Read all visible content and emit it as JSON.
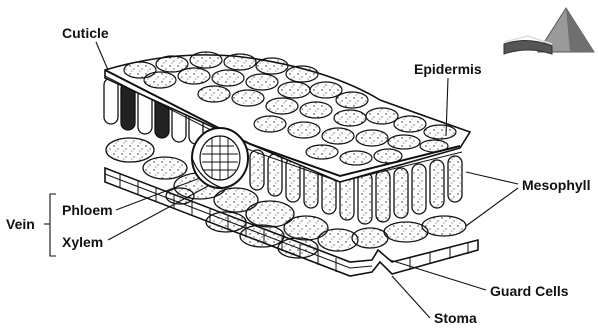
{
  "diagram": {
    "labels": {
      "cuticle": "Cuticle",
      "epidermis": "Epidermis",
      "mesophyll": "Mesophyll",
      "vein": "Vein",
      "phloem": "Phloem",
      "xylem": "Xylem",
      "guard_cells": "Guard Cells",
      "stoma": "Stoma"
    },
    "logo_icon": "book-pyramid-logo-icon",
    "colors": {
      "ink": "#111111",
      "paper": "#ffffff",
      "logo": "#7a7a7a"
    }
  }
}
